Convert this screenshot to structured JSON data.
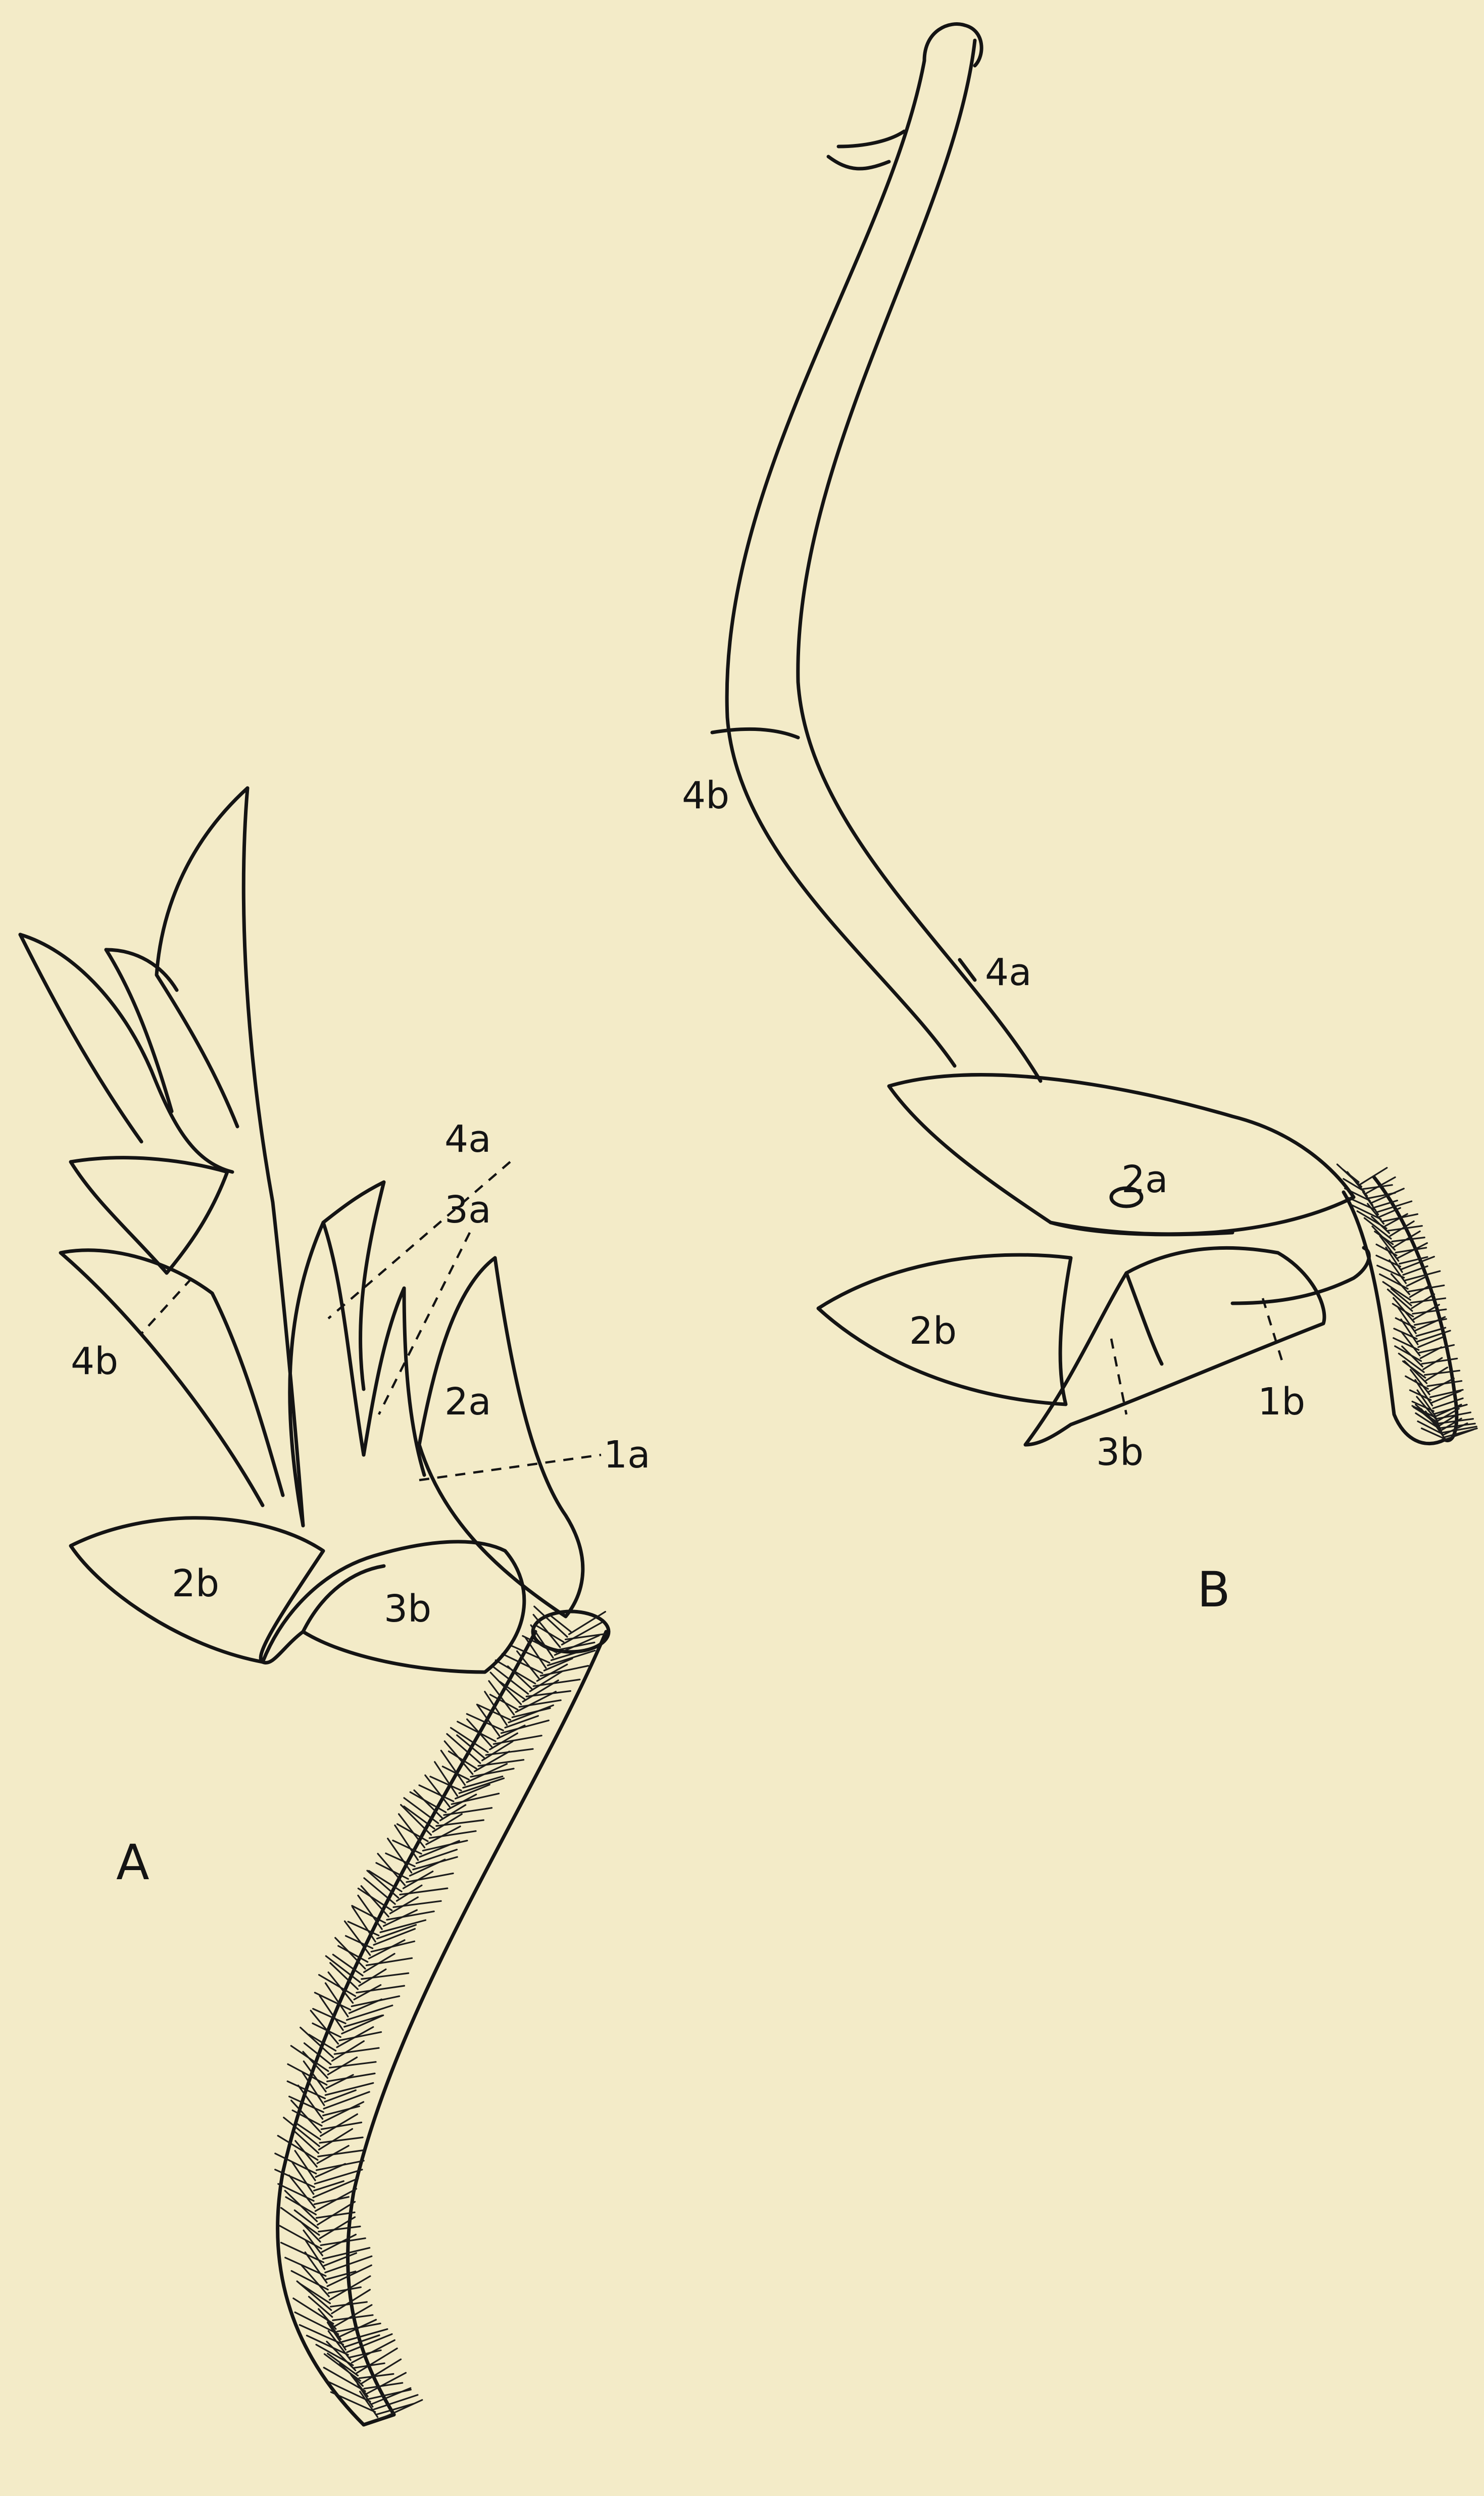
{
  "figure_A": {
    "letter": "A",
    "labels": {
      "l4a": "4a",
      "l3a": "3a",
      "l4b": "4b",
      "l2a": "2a",
      "l1a": "1a",
      "l2b": "2b",
      "l3b": "3b"
    }
  },
  "figure_B": {
    "letter": "B",
    "labels": {
      "l4b": "4b",
      "l4a": "4a",
      "l2a": "2a",
      "l2b": "2b",
      "l1b": "1b",
      "l3b": "3b"
    }
  }
}
